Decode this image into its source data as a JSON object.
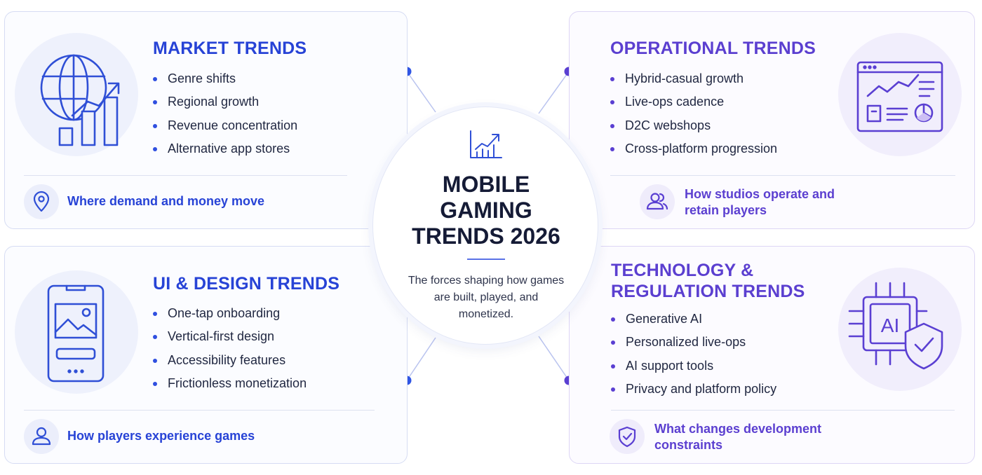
{
  "center": {
    "title_lines": [
      "MOBILE",
      "GAMING",
      "TRENDS 2026"
    ],
    "subtitle": "The forces shaping how games are built, played, and monetized.",
    "icon": "trend-chart-icon"
  },
  "quadrants": {
    "market": {
      "title": "MARKET TRENDS",
      "items": [
        "Genre shifts",
        "Regional growth",
        "Revenue concentration",
        "Alternative app stores"
      ],
      "footer": "Where demand and money move",
      "icon": "globe-growth-chart-icon",
      "footer_icon": "location-pin-icon",
      "accent": "#2743d6"
    },
    "operational": {
      "title": "OPERATIONAL TRENDS",
      "items": [
        "Hybrid-casual growth",
        "Live-ops cadence",
        "D2C webshops",
        "Cross-platform progression"
      ],
      "footer": "How studios operate and retain players",
      "icon": "dashboard-window-icon",
      "footer_icon": "users-icon",
      "accent": "#5b3fd0"
    },
    "ui_design": {
      "title": "UI & DESIGN TRENDS",
      "items": [
        "One-tap onboarding",
        "Vertical-first design",
        "Accessibility features",
        "Frictionless monetization"
      ],
      "footer": "How players experience games",
      "icon": "smartphone-image-icon",
      "footer_icon": "user-icon",
      "accent": "#2743d6"
    },
    "tech_regulation": {
      "title_lines": [
        "TECHNOLOGY &",
        "REGULATION TRENDS"
      ],
      "items": [
        "Generative AI",
        "Personalized live-ops",
        "AI support tools",
        "Privacy and platform policy"
      ],
      "footer": "What changes development constraints",
      "icon": "ai-chip-shield-icon",
      "footer_icon": "shield-check-icon",
      "accent": "#5b3fd0"
    }
  }
}
